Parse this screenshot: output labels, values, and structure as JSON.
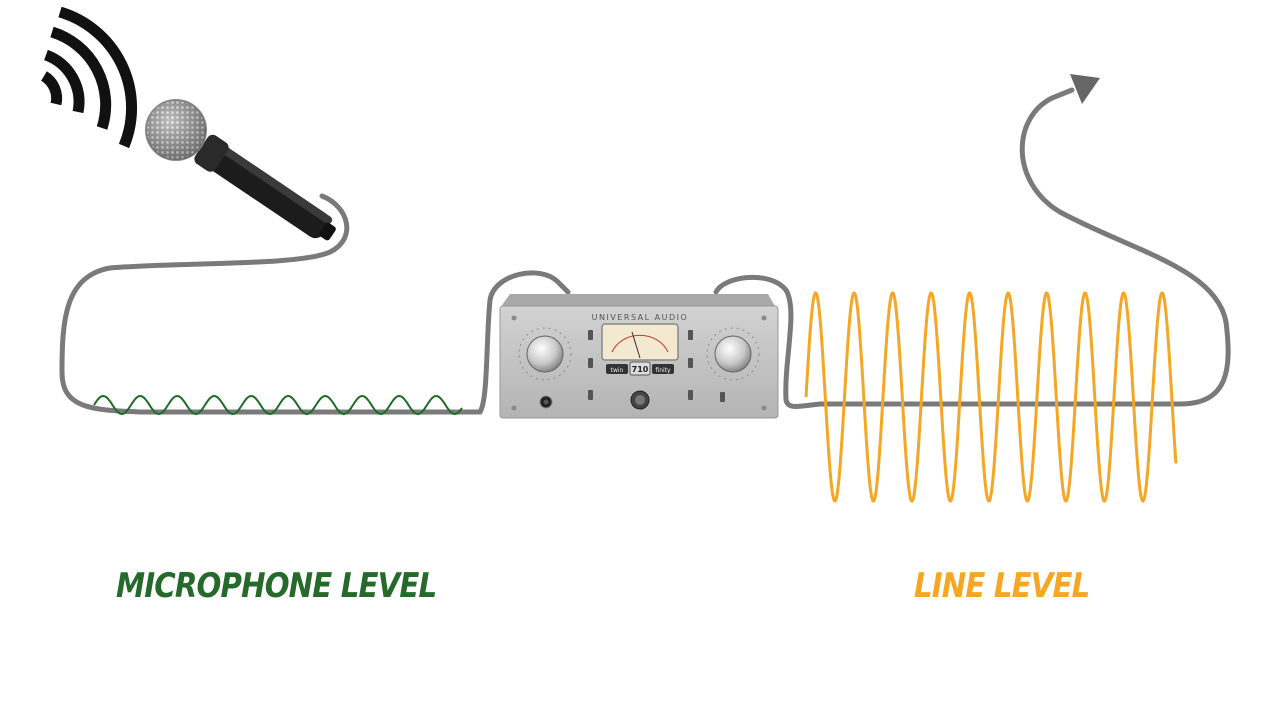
{
  "labels": {
    "microphone_level": "MICROPHONE LEVEL",
    "line_level": "LINE LEVEL"
  },
  "preamp": {
    "brand": "UNIVERSAL AUDIO",
    "model": "710",
    "badge_left": "twin",
    "badge_right": "finity"
  },
  "icons": {
    "sound": "sound-waves-icon",
    "microphone": "microphone-icon",
    "arrow": "arrow-icon"
  },
  "colors": {
    "mic_signal": "#1e6b28",
    "line_signal": "#f5a623",
    "mic_label": "#256a2a",
    "line_label": "#f5a623",
    "cable": "#7a7a7a",
    "waves_icon": "#111111"
  }
}
